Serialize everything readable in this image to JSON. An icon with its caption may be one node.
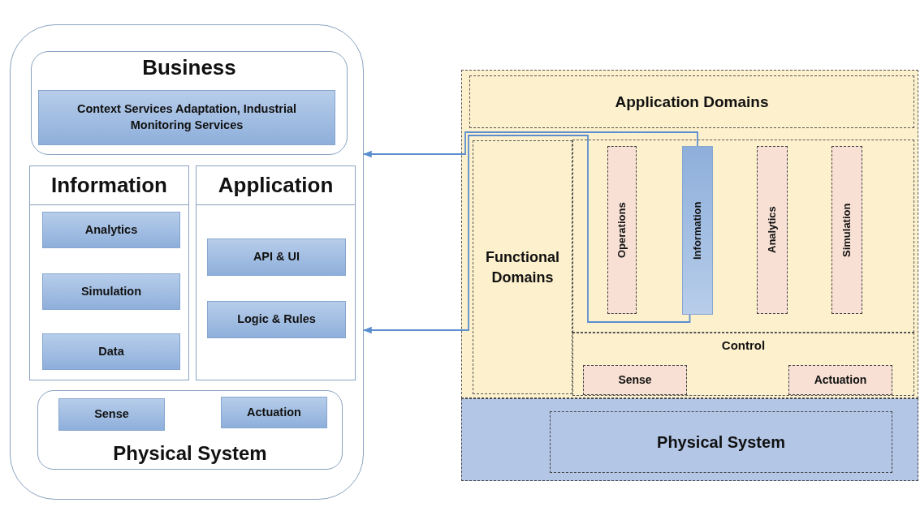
{
  "diagram": {
    "nodes": [
      {
        "text": [],
        "shape": "box"
      },
      {
        "text": [
          "Business"
        ],
        "in": 0
      },
      {
        "text": [
          "Context Services Adaptation, Industrial Monitoring Services"
        ],
        "in": 1
      },
      {
        "text": [
          "Information"
        ],
        "in": 0
      },
      {
        "text": [
          "Analytics"
        ],
        "in": 3
      },
      {
        "text": [
          "Simulation"
        ],
        "in": 3
      },
      {
        "text": [
          "Data"
        ],
        "in": 3
      },
      {
        "text": [
          "Application"
        ],
        "in": 0
      },
      {
        "text": [
          "API & UI"
        ],
        "in": 7
      },
      {
        "text": [
          "Logic & Rules"
        ],
        "in": 7
      },
      {
        "text": [
          "Physical System"
        ],
        "in": 0
      },
      {
        "text": [
          "Sense"
        ],
        "in": 10
      },
      {
        "text": [
          "Actuation"
        ],
        "in": 10
      },
      {
        "text": [],
        "shape": "box"
      },
      {
        "text": [
          "Application Domains"
        ],
        "in": 13
      },
      {
        "text": [
          "Functional Domains"
        ],
        "in": 13
      },
      {
        "text": [],
        "shape": "box",
        "in": 13
      },
      {
        "text": [
          "Operations"
        ],
        "in": 16
      },
      {
        "text": [
          "Information"
        ],
        "in": 16
      },
      {
        "text": [
          "Analytics"
        ],
        "in": 16
      },
      {
        "text": [
          "Simulation"
        ],
        "in": 16
      },
      {
        "text": [
          "Control"
        ],
        "in": 13
      },
      {
        "text": [
          "Sense"
        ],
        "in": 21
      },
      {
        "text": [
          "Actuation"
        ],
        "in": 21
      },
      {
        "text": [],
        "shape": "box"
      },
      {
        "text": [
          "Physical System"
        ],
        "in": 24
      }
    ],
    "edges": [
      {
        "from": 18,
        "to": 0,
        "arrow": "to"
      },
      {
        "from": 18,
        "to": 0,
        "arrow": "to"
      }
    ]
  }
}
